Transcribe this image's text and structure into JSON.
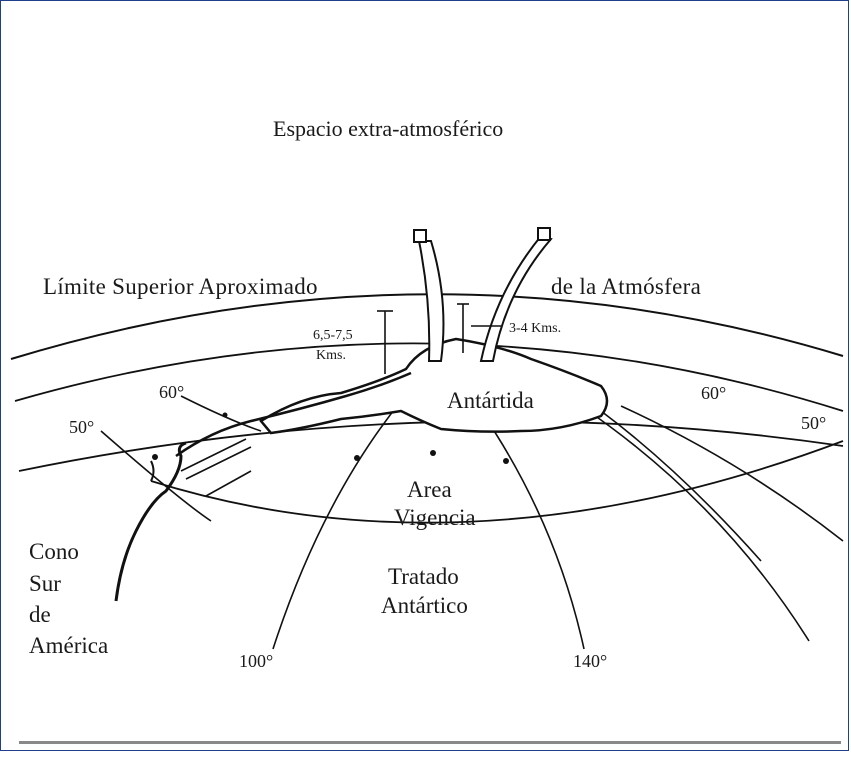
{
  "labels": {
    "space": "Espacio extra-atmosférico",
    "limit_left": "Límite Superior Aproximado",
    "limit_right": "de la Atmósfera",
    "height_left_1": "6,5-7,5",
    "height_left_2": "Kms.",
    "height_right": "3-4 Kms.",
    "antarctica": "Antártida",
    "lat_60_left": "60°",
    "lat_50_left": "50°",
    "lat_60_right": "60°",
    "lat_50_right": "50°",
    "area_1": "Area",
    "area_2": "Vigencia",
    "treaty_1": "Tratado",
    "treaty_2": "Antártico",
    "cone_1": "Cono",
    "cone_2": "Sur",
    "cone_3": "de",
    "cone_4": "América",
    "lon_100": "100°",
    "lon_140": "140°"
  }
}
